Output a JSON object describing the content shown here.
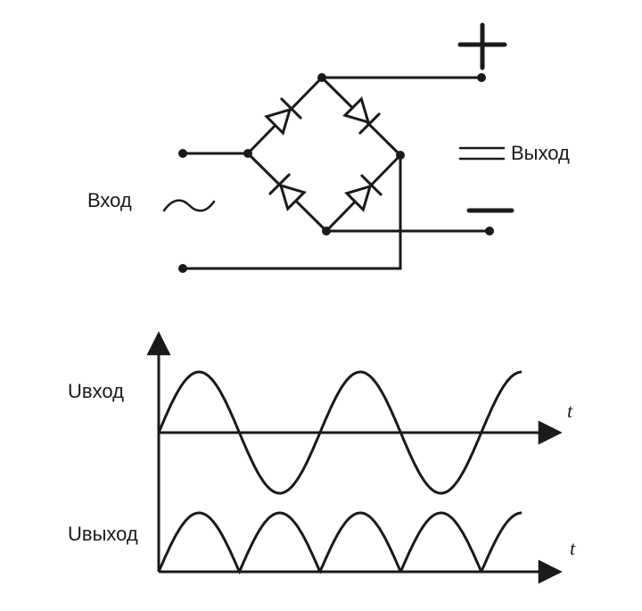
{
  "circuit": {
    "input_label": "Вход",
    "output_label": "Выход",
    "plus_sign": "+",
    "minus_sign": "−",
    "ac_symbol": "~",
    "dc_symbol": "="
  },
  "chart_data": [
    {
      "type": "line",
      "title": "",
      "ylabel": "Uвход",
      "xlabel": "t",
      "series": [
        {
          "function": "sine",
          "periods_shown": 2.25,
          "x": [
            0,
            0.25,
            0.5,
            0.75,
            1,
            1.25,
            1.5,
            1.75,
            2,
            2.25
          ],
          "values": [
            0,
            1,
            0,
            -1,
            0,
            1,
            0,
            -1,
            0,
            1
          ]
        }
      ],
      "ylim": [
        -1,
        1
      ]
    },
    {
      "type": "line",
      "title": "",
      "ylabel": "Uвыход",
      "xlabel": "t",
      "series": [
        {
          "function": "abs_sine",
          "periods_shown": 2.25,
          "x": [
            0,
            0.25,
            0.5,
            0.75,
            1,
            1.25,
            1.5,
            1.75,
            2,
            2.25
          ],
          "values": [
            0,
            1,
            0,
            1,
            0,
            1,
            0,
            1,
            0,
            1
          ]
        }
      ],
      "ylim": [
        0,
        1
      ]
    }
  ],
  "colors": {
    "ink": "#1a1a1a",
    "background": "#ffffff"
  }
}
